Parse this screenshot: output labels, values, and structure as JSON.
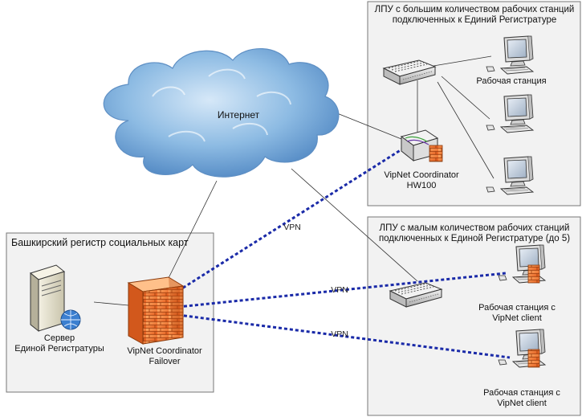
{
  "zones": {
    "large_lpu": {
      "title_line1": "ЛПУ с большим количеством рабочих станций",
      "title_line2": "подключенных к Единий Регистратуре"
    },
    "small_lpu": {
      "title_line1": "ЛПУ с малым количеством рабочих станций",
      "title_line2": "подключенных к Единой Регистратуре (до 5)"
    },
    "bashkir": {
      "title": "Башкирский регистр социальных карт"
    }
  },
  "cloud": {
    "label": "Интернет"
  },
  "devices": {
    "workstation_top": {
      "label": "Рабочая станция"
    },
    "hw100": {
      "line1": "VipNet Coordinator",
      "line2": "HW100"
    },
    "server": {
      "line1": "Сервер",
      "line2": "Единой Регистратуры"
    },
    "failover": {
      "line1": "VipNet Coordinator",
      "line2": "Failover"
    },
    "client_ws_1": {
      "line1": "Рабочая станция с",
      "line2": "VipNet client"
    },
    "client_ws_2": {
      "line1": "Рабочая станция с",
      "line2": "VipNet client"
    }
  },
  "vpn_labels": [
    "VPN",
    "VPN",
    "VPN"
  ],
  "colors": {
    "vpn_line": "#1a2aa8",
    "firewall": "#f07a2a",
    "cloud": "#7fb0de",
    "zone_border": "#777777",
    "zone_fill": "#f2f2f2"
  }
}
